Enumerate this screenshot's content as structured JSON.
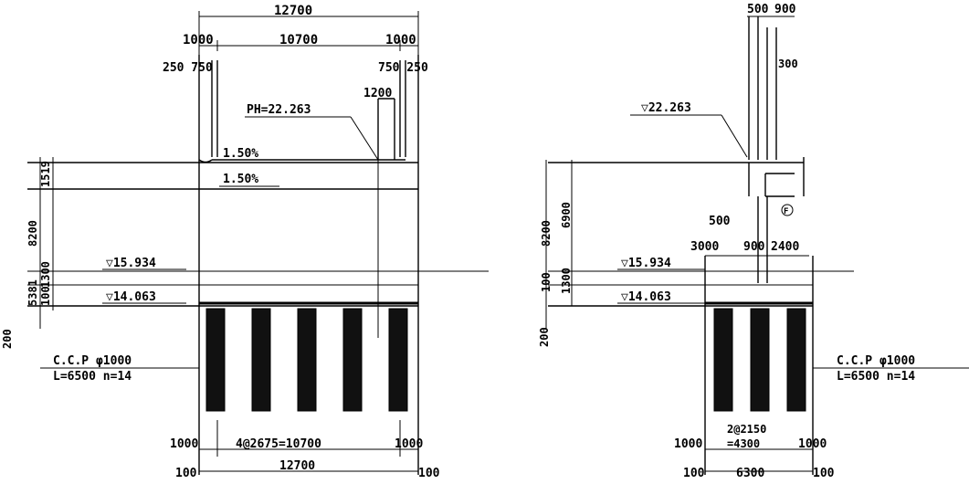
{
  "left_view": {
    "dims": {
      "overall_top": "12700",
      "edge_left": "1000",
      "span": "10700",
      "edge_right": "1000",
      "wall_left": "250 750",
      "wall_right": "750 250",
      "opening": "1200",
      "pile_spacing": "4@2675=10700",
      "bottom_edge_left": "1000",
      "bottom_edge_right": "1000",
      "bottom_left_100": "100",
      "bottom_overall": "12700",
      "bottom_right_100": "100"
    },
    "slope_upper": "1.50%",
    "slope_lower": "1.50%",
    "levels": {
      "ph": "PH=22.263",
      "level_1": "▽15.934",
      "level_2": "▽14.063"
    },
    "vertical_dims": [
      "1519",
      "5381",
      "8200",
      "1300",
      "100",
      "200"
    ],
    "pile_label_1": "C.C.P φ1000",
    "pile_label_2": "L=6500 n=14"
  },
  "right_view": {
    "dims": {
      "top_a": "500",
      "top_b": "900",
      "side_300": "300",
      "step_500": "500",
      "cap_left": "3000",
      "cap_mid": "900",
      "cap_right": "2400",
      "pile_spacing_a": "2@2150",
      "pile_spacing_b": "=4300",
      "bottom_edge_left": "1000",
      "bottom_edge_right": "1000",
      "bottom_left_100": "100",
      "bottom_overall": "6300",
      "bottom_right_100": "100"
    },
    "levels": {
      "top": "▽22.263",
      "level_1": "▽15.934",
      "level_2": "▽14.063"
    },
    "marker": "F",
    "vertical_dims": [
      "8200",
      "6900",
      "100",
      "1300",
      "200"
    ],
    "pile_label_1": "C.C.P φ1000",
    "pile_label_2": "L=6500 n=14"
  }
}
